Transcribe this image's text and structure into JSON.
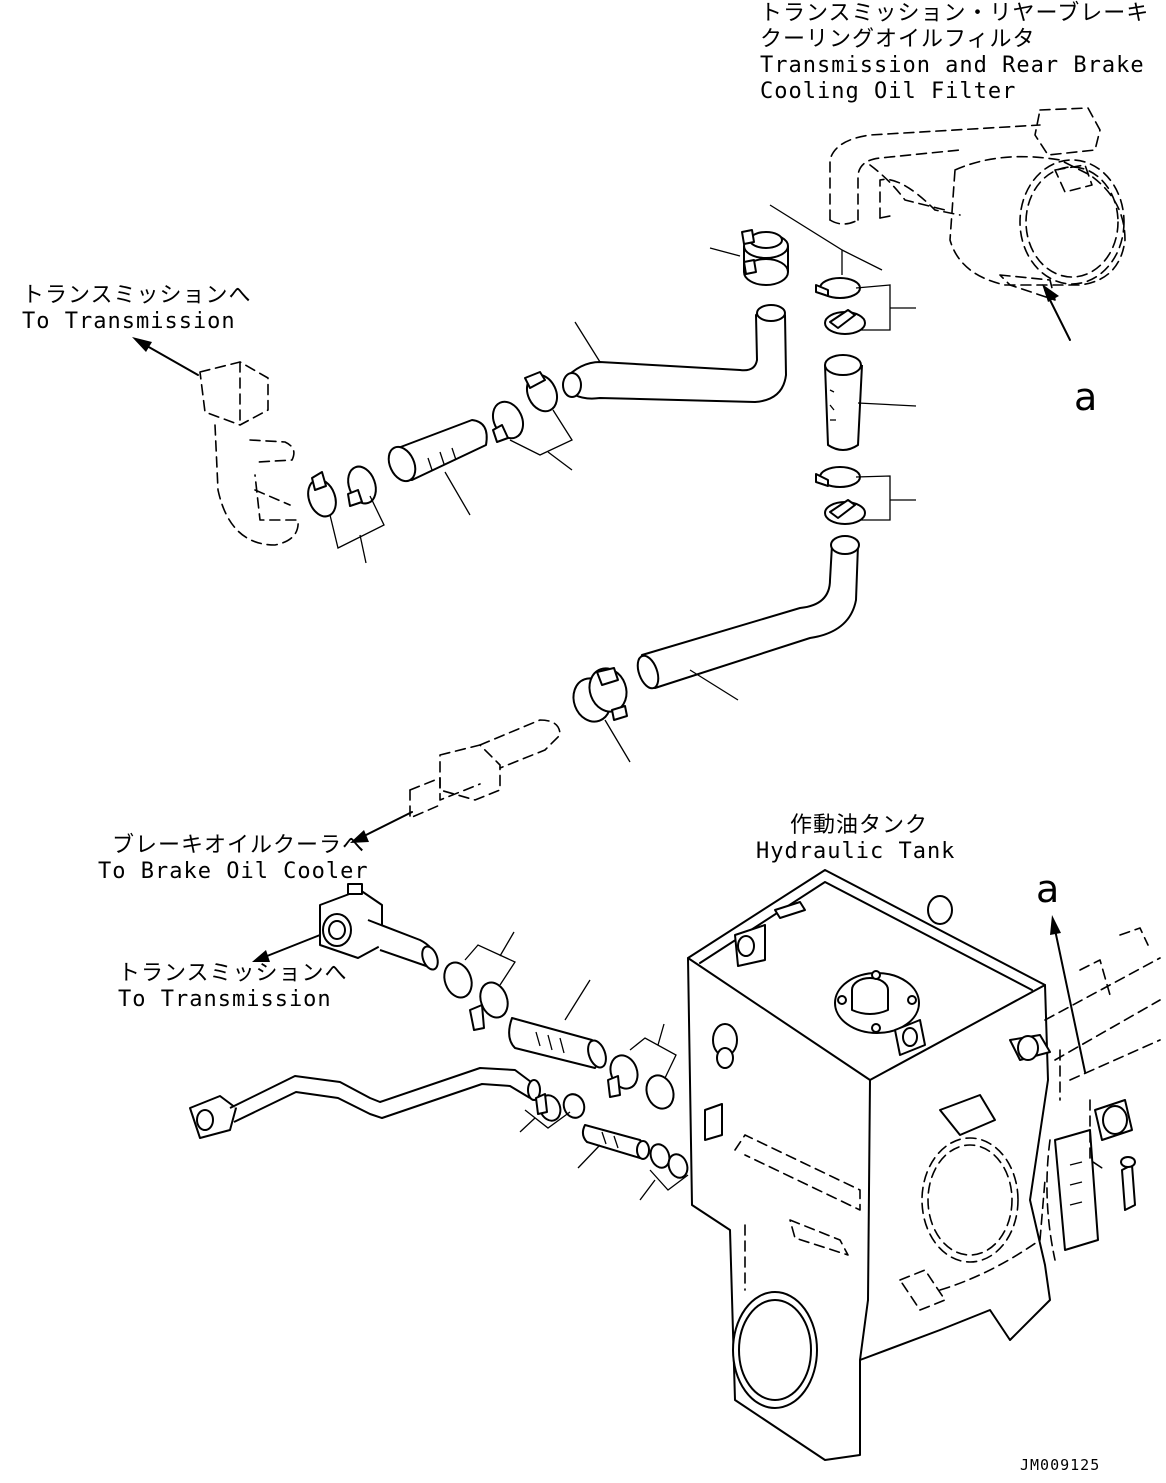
{
  "labels": {
    "filter_jp_1": "トランスミッション・リヤーブレーキ",
    "filter_jp_2": "クーリングオイルフィルタ",
    "filter_en_1": "Transmission and Rear Brake",
    "filter_en_2": "Cooling Oil Filter",
    "to_transmission_top_jp": "トランスミッションへ",
    "to_transmission_top_en": "To Transmission",
    "to_brake_cooler_jp": "ブレーキオイルクーラへ",
    "to_brake_cooler_en": "To Brake Oil Cooler",
    "to_transmission_bottom_jp": "トランスミッションへ",
    "to_transmission_bottom_en": "To Transmission",
    "hydraulic_tank_jp": "作動油タンク",
    "hydraulic_tank_en": "Hydraulic Tank",
    "detail_a_filter": "a",
    "detail_a_tank": "a",
    "drawing_code": "JM009125"
  }
}
